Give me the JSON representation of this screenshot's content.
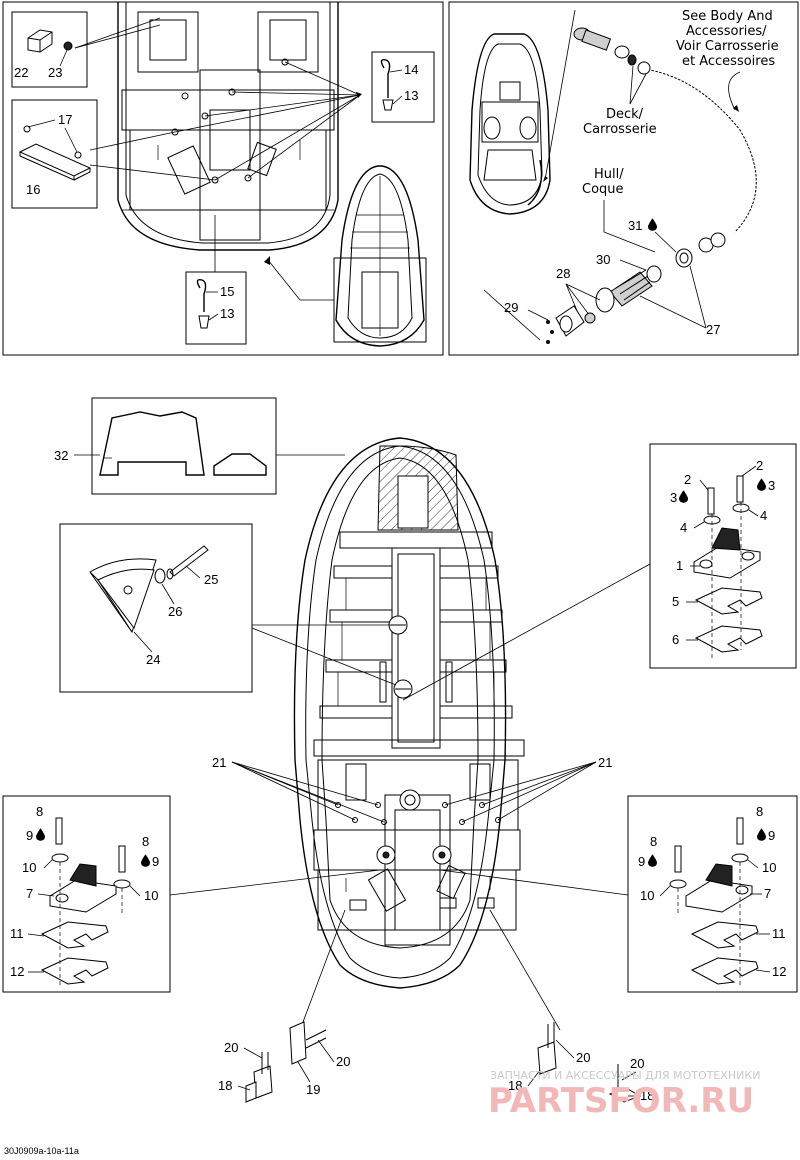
{
  "callouts": {
    "c1": "1",
    "c2a": "2",
    "c2b": "2",
    "c3a": "3",
    "c3b": "3",
    "c4a": "4",
    "c4b": "4",
    "c5": "5",
    "c6": "6",
    "c7l": "7",
    "c7r": "7",
    "c8a": "8",
    "c8b": "8",
    "c8c": "8",
    "c8d": "8",
    "c9a": "9",
    "c9b": "9",
    "c9c": "9",
    "c9d": "9",
    "c10a": "10",
    "c10b": "10",
    "c10c": "10",
    "c10d": "10",
    "c11l": "11",
    "c11r": "11",
    "c12l": "12",
    "c12r": "12",
    "c13a": "13",
    "c13b": "13",
    "c14": "14",
    "c15": "15",
    "c16": "16",
    "c17": "17",
    "c18a": "18",
    "c18b": "18",
    "c18c": "18",
    "c19": "19",
    "c20a": "20",
    "c20b": "20",
    "c20c": "20",
    "c20d": "20",
    "c21l": "21",
    "c21r": "21",
    "c22": "22",
    "c23": "23",
    "c24": "24",
    "c25": "25",
    "c26": "26",
    "c27": "27",
    "c28": "28",
    "c29": "29",
    "c30": "30",
    "c31": "31",
    "c32": "32"
  },
  "notes": {
    "see_body_1": "See Body And",
    "see_body_2": "Accessories/",
    "see_body_3": "Voir Carrosserie",
    "see_body_4": "et Accessoires",
    "deck_1": "Deck/",
    "deck_2": "Carrosserie",
    "hull_1": "Hull/",
    "hull_2": "Coque"
  },
  "footer": {
    "code": "30J0909a-10a-11a"
  },
  "watermark": {
    "line1": "ЗАПЧАСТИ И АКСЕССУАРЫ ДЛЯ МОТОТЕХНИКИ",
    "line2": "PARTSFOR.RU"
  },
  "icons": {
    "drop": "drop-icon"
  }
}
